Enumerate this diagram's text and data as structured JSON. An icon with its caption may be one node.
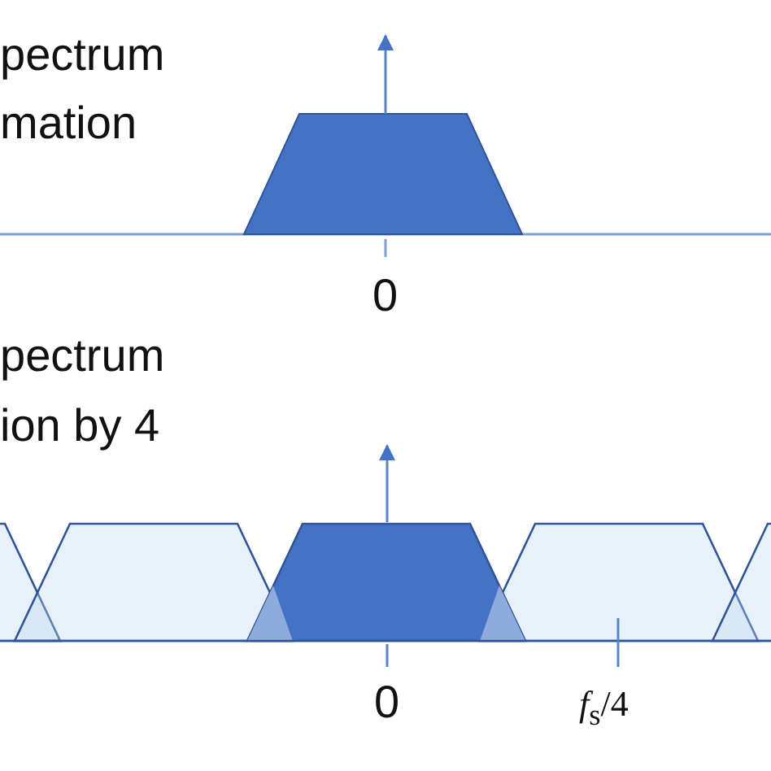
{
  "diagram": {
    "labels": [
      "pectrum",
      "mation",
      "0",
      "pectrum",
      "ion by 4",
      "0",
      "*f*$_{s}$/4"
    ]
  }
}
